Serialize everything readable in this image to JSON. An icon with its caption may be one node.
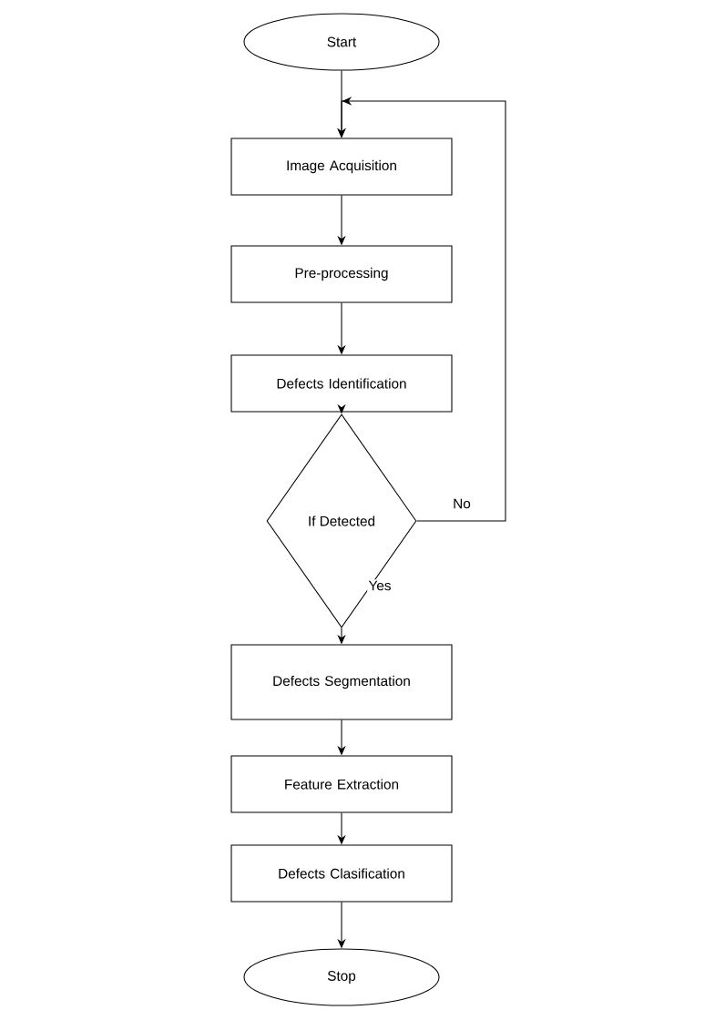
{
  "diagram": {
    "nodes": [
      {
        "text": [
          "Start"
        ]
      },
      {
        "text": [
          "Image Acquisition"
        ]
      },
      {
        "text": [
          "Pre-processing"
        ]
      },
      {
        "text": [
          "Defects Identification"
        ]
      },
      {
        "text": [
          "If Detected"
        ]
      },
      {
        "text": [
          "Defects Segmentation"
        ]
      },
      {
        "text": [
          "Feature Extraction"
        ]
      },
      {
        "text": [
          "Defects Clasification"
        ]
      },
      {
        "text": [
          "Stop"
        ]
      }
    ],
    "edges": [
      {
        "from": 0,
        "to": 1,
        "arrow": "to"
      },
      {
        "from": 1,
        "to": 2,
        "arrow": "to"
      },
      {
        "from": 2,
        "to": 3,
        "arrow": "to"
      },
      {
        "from": 3,
        "to": 4,
        "arrow": "to"
      },
      {
        "from": 4,
        "to": 1,
        "arrow": "to",
        "label": "No"
      },
      {
        "from": 4,
        "to": 5,
        "arrow": "to",
        "label": "Yes"
      },
      {
        "from": 5,
        "to": 6,
        "arrow": "to"
      },
      {
        "from": 6,
        "to": 7,
        "arrow": "to"
      },
      {
        "from": 7,
        "to": 8,
        "arrow": "to"
      }
    ]
  }
}
